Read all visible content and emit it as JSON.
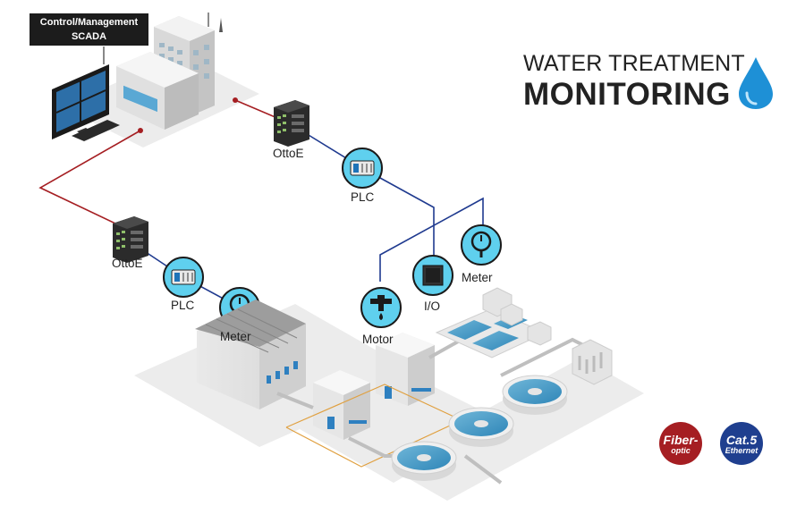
{
  "scada": {
    "line1": "Control/Management",
    "line2": "SCADA"
  },
  "title": {
    "line1": "WATER TREATMENT",
    "line2": "MONITORING"
  },
  "nodes": {
    "ottoe_top": "OttoE",
    "ottoe_left": "OttoE",
    "plc_top": "PLC",
    "plc_left": "PLC",
    "meter_left": "Meter",
    "meter_right": "Meter",
    "io": "I/O",
    "motor": "Motor"
  },
  "legend": {
    "fiber": {
      "line1": "Fiber-",
      "line2": "optic",
      "color": "#a51e22"
    },
    "cat5": {
      "line1": "Cat.5",
      "line2": "Ethernet",
      "color": "#1f3f8f"
    }
  },
  "colors": {
    "fiber_line": "#a51e22",
    "ethernet_line": "#1f3a8f",
    "node_fill": "#5fd0ee",
    "drop": "#1e90d6"
  }
}
